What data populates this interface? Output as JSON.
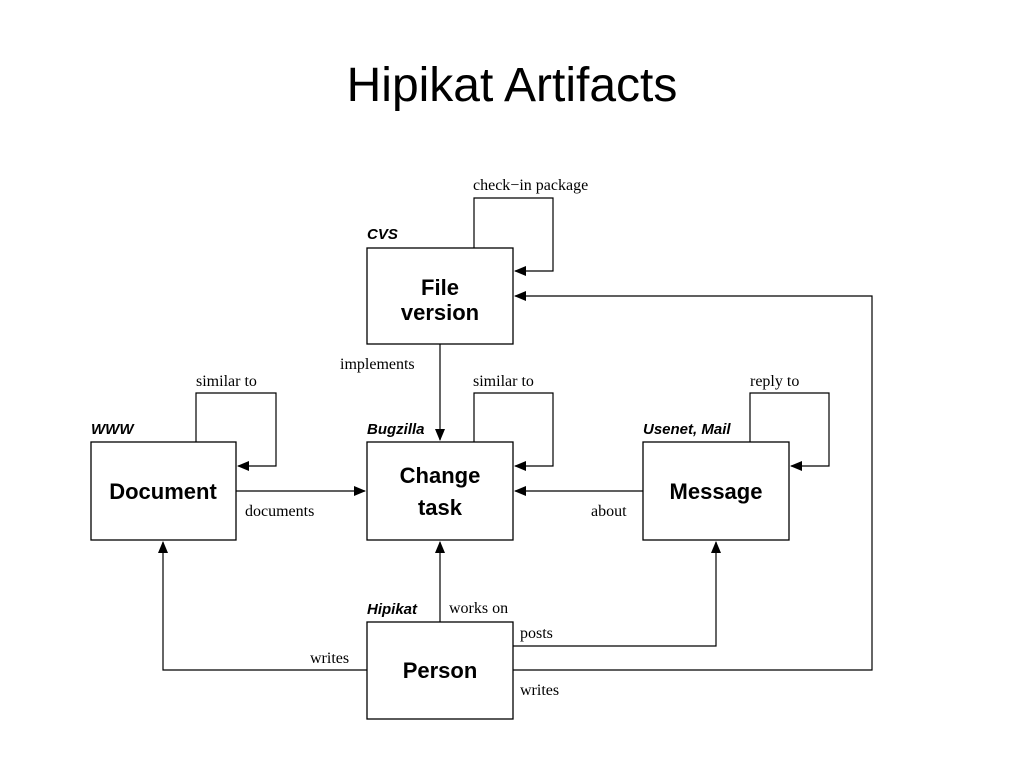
{
  "title": "Hipikat Artifacts",
  "nodes": {
    "file_version": {
      "tag": "CVS",
      "line1": "File",
      "line2": "version"
    },
    "change_task": {
      "tag": "Bugzilla",
      "line1": "Change",
      "line2": "task"
    },
    "document": {
      "tag": "WWW",
      "label": "Document"
    },
    "message": {
      "tag": "Usenet, Mail",
      "label": "Message"
    },
    "person": {
      "tag": "Hipikat",
      "label": "Person"
    }
  },
  "edges": {
    "checkin_package": "check−in package",
    "implements": "implements",
    "similar_to_document": "similar to",
    "similar_to_task": "similar to",
    "reply_to": "reply to",
    "documents": "documents",
    "about": "about",
    "works_on": "works on",
    "posts": "posts",
    "writes_document": "writes",
    "writes_file": "writes"
  }
}
